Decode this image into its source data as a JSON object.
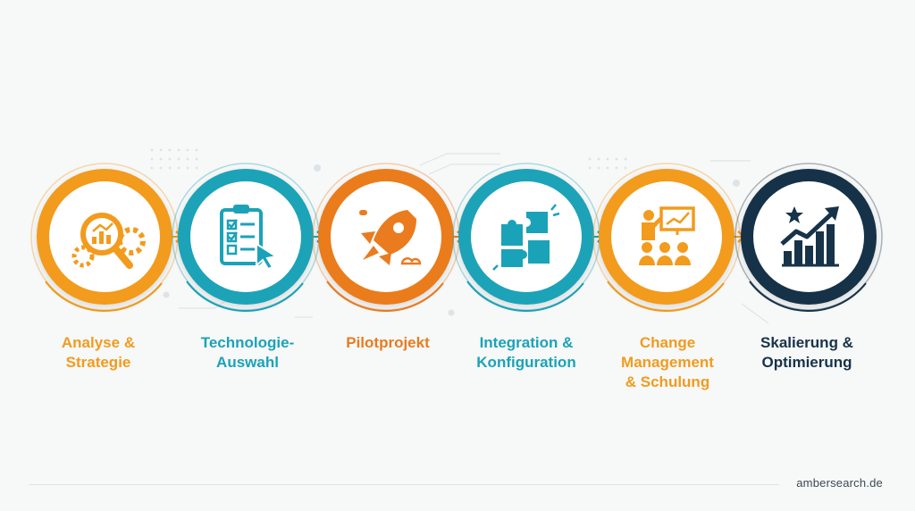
{
  "colors": {
    "orange": "#f29b1d",
    "teal": "#1aa3b8",
    "deep_orange": "#ea7b1e",
    "navy": "#173349"
  },
  "steps": [
    {
      "label": "Analyse &\nStrategie",
      "color": "#f29b1d",
      "icon": "magnifier-chart-gears-icon"
    },
    {
      "label": "Technologie-\nAuswahl",
      "color": "#1aa3b8",
      "icon": "checklist-cursor-icon"
    },
    {
      "label": "Pilotprojekt",
      "color": "#ea7b1e",
      "icon": "rocket-icon"
    },
    {
      "label": "Integration &\nKonfiguration",
      "color": "#1aa3b8",
      "icon": "puzzle-icon"
    },
    {
      "label": "Change\nManagement\n& Schulung",
      "color": "#f29b1d",
      "icon": "presentation-icon"
    },
    {
      "label": "Skalierung &\nOptimierung",
      "color": "#173349",
      "icon": "growth-chart-star-icon"
    }
  ],
  "footer": {
    "brand": "ambersearch.de"
  }
}
